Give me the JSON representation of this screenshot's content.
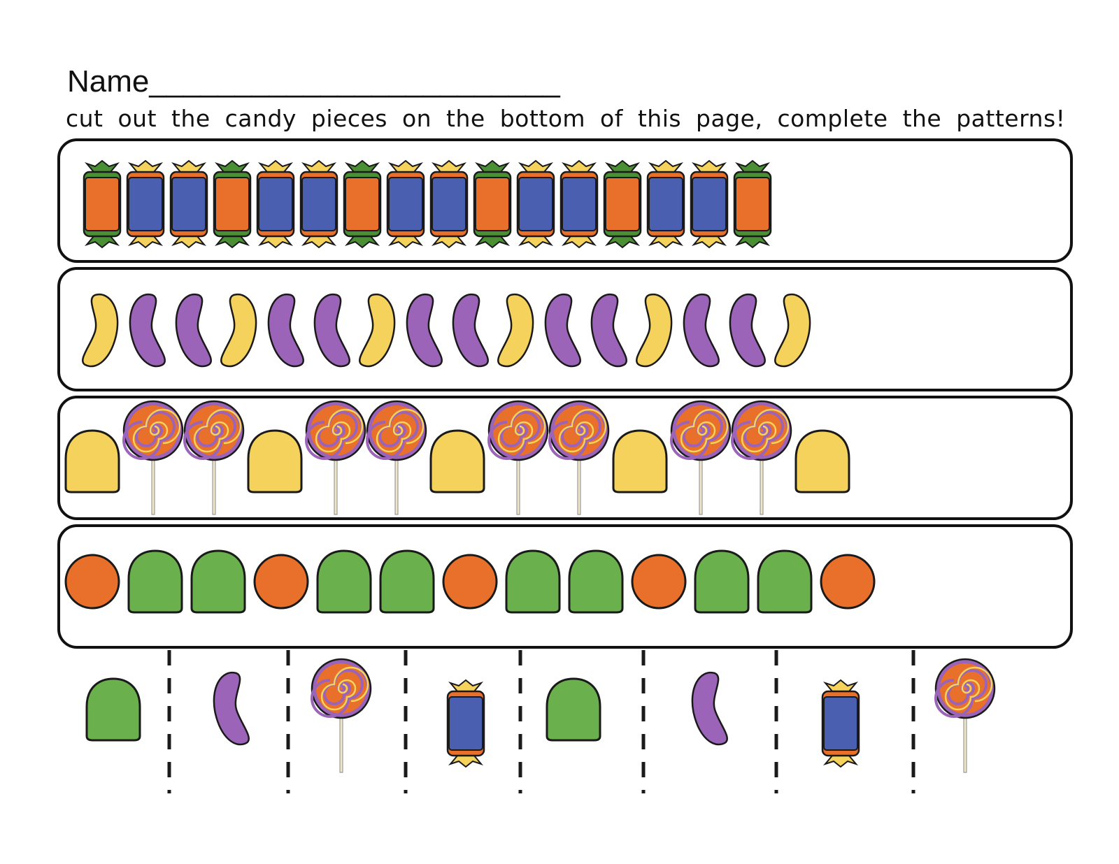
{
  "worksheet": {
    "name_label": "Name",
    "name_blank": "________________________",
    "instructions": "cut out the candy pieces on the bottom of this page, complete the patterns!"
  },
  "colors": {
    "orange": "#e8702a",
    "green": "#6ab04c",
    "dark_green": "#4a8f34",
    "yellow": "#f5d25c",
    "blue": "#4b5fb0",
    "purple": "#9b64b8",
    "outline": "#1a1a1a"
  },
  "patterns": [
    {
      "id": "wrapped-candy",
      "sequence": [
        "orange-wrapped",
        "blue-wrapped",
        "blue-wrapped",
        "orange-wrapped",
        "blue-wrapped",
        "blue-wrapped",
        "orange-wrapped",
        "blue-wrapped",
        "blue-wrapped",
        "orange-wrapped",
        "blue-wrapped",
        "blue-wrapped",
        "orange-wrapped",
        "blue-wrapped",
        "blue-wrapped",
        "orange-wrapped"
      ]
    },
    {
      "id": "jelly-beans",
      "sequence": [
        "yellow-bean",
        "purple-bean",
        "purple-bean",
        "yellow-bean",
        "purple-bean",
        "purple-bean",
        "yellow-bean",
        "purple-bean",
        "purple-bean",
        "yellow-bean",
        "purple-bean",
        "purple-bean",
        "yellow-bean",
        "purple-bean",
        "purple-bean",
        "yellow-bean"
      ]
    },
    {
      "id": "gumdrop-lollipop",
      "sequence": [
        "yellow-gumdrop",
        "lollipop",
        "lollipop",
        "yellow-gumdrop",
        "lollipop",
        "lollipop",
        "yellow-gumdrop",
        "lollipop",
        "lollipop",
        "yellow-gumdrop",
        "lollipop",
        "lollipop",
        "yellow-gumdrop"
      ]
    },
    {
      "id": "ball-gumdrop",
      "sequence": [
        "orange-ball",
        "green-gumdrop",
        "green-gumdrop",
        "orange-ball",
        "green-gumdrop",
        "green-gumdrop",
        "orange-ball",
        "green-gumdrop",
        "green-gumdrop",
        "orange-ball",
        "green-gumdrop",
        "green-gumdrop",
        "orange-ball"
      ]
    }
  ],
  "cutouts": [
    "green-gumdrop",
    "purple-bean",
    "lollipop",
    "blue-wrapped",
    "green-gumdrop",
    "purple-bean",
    "blue-wrapped",
    "lollipop"
  ]
}
